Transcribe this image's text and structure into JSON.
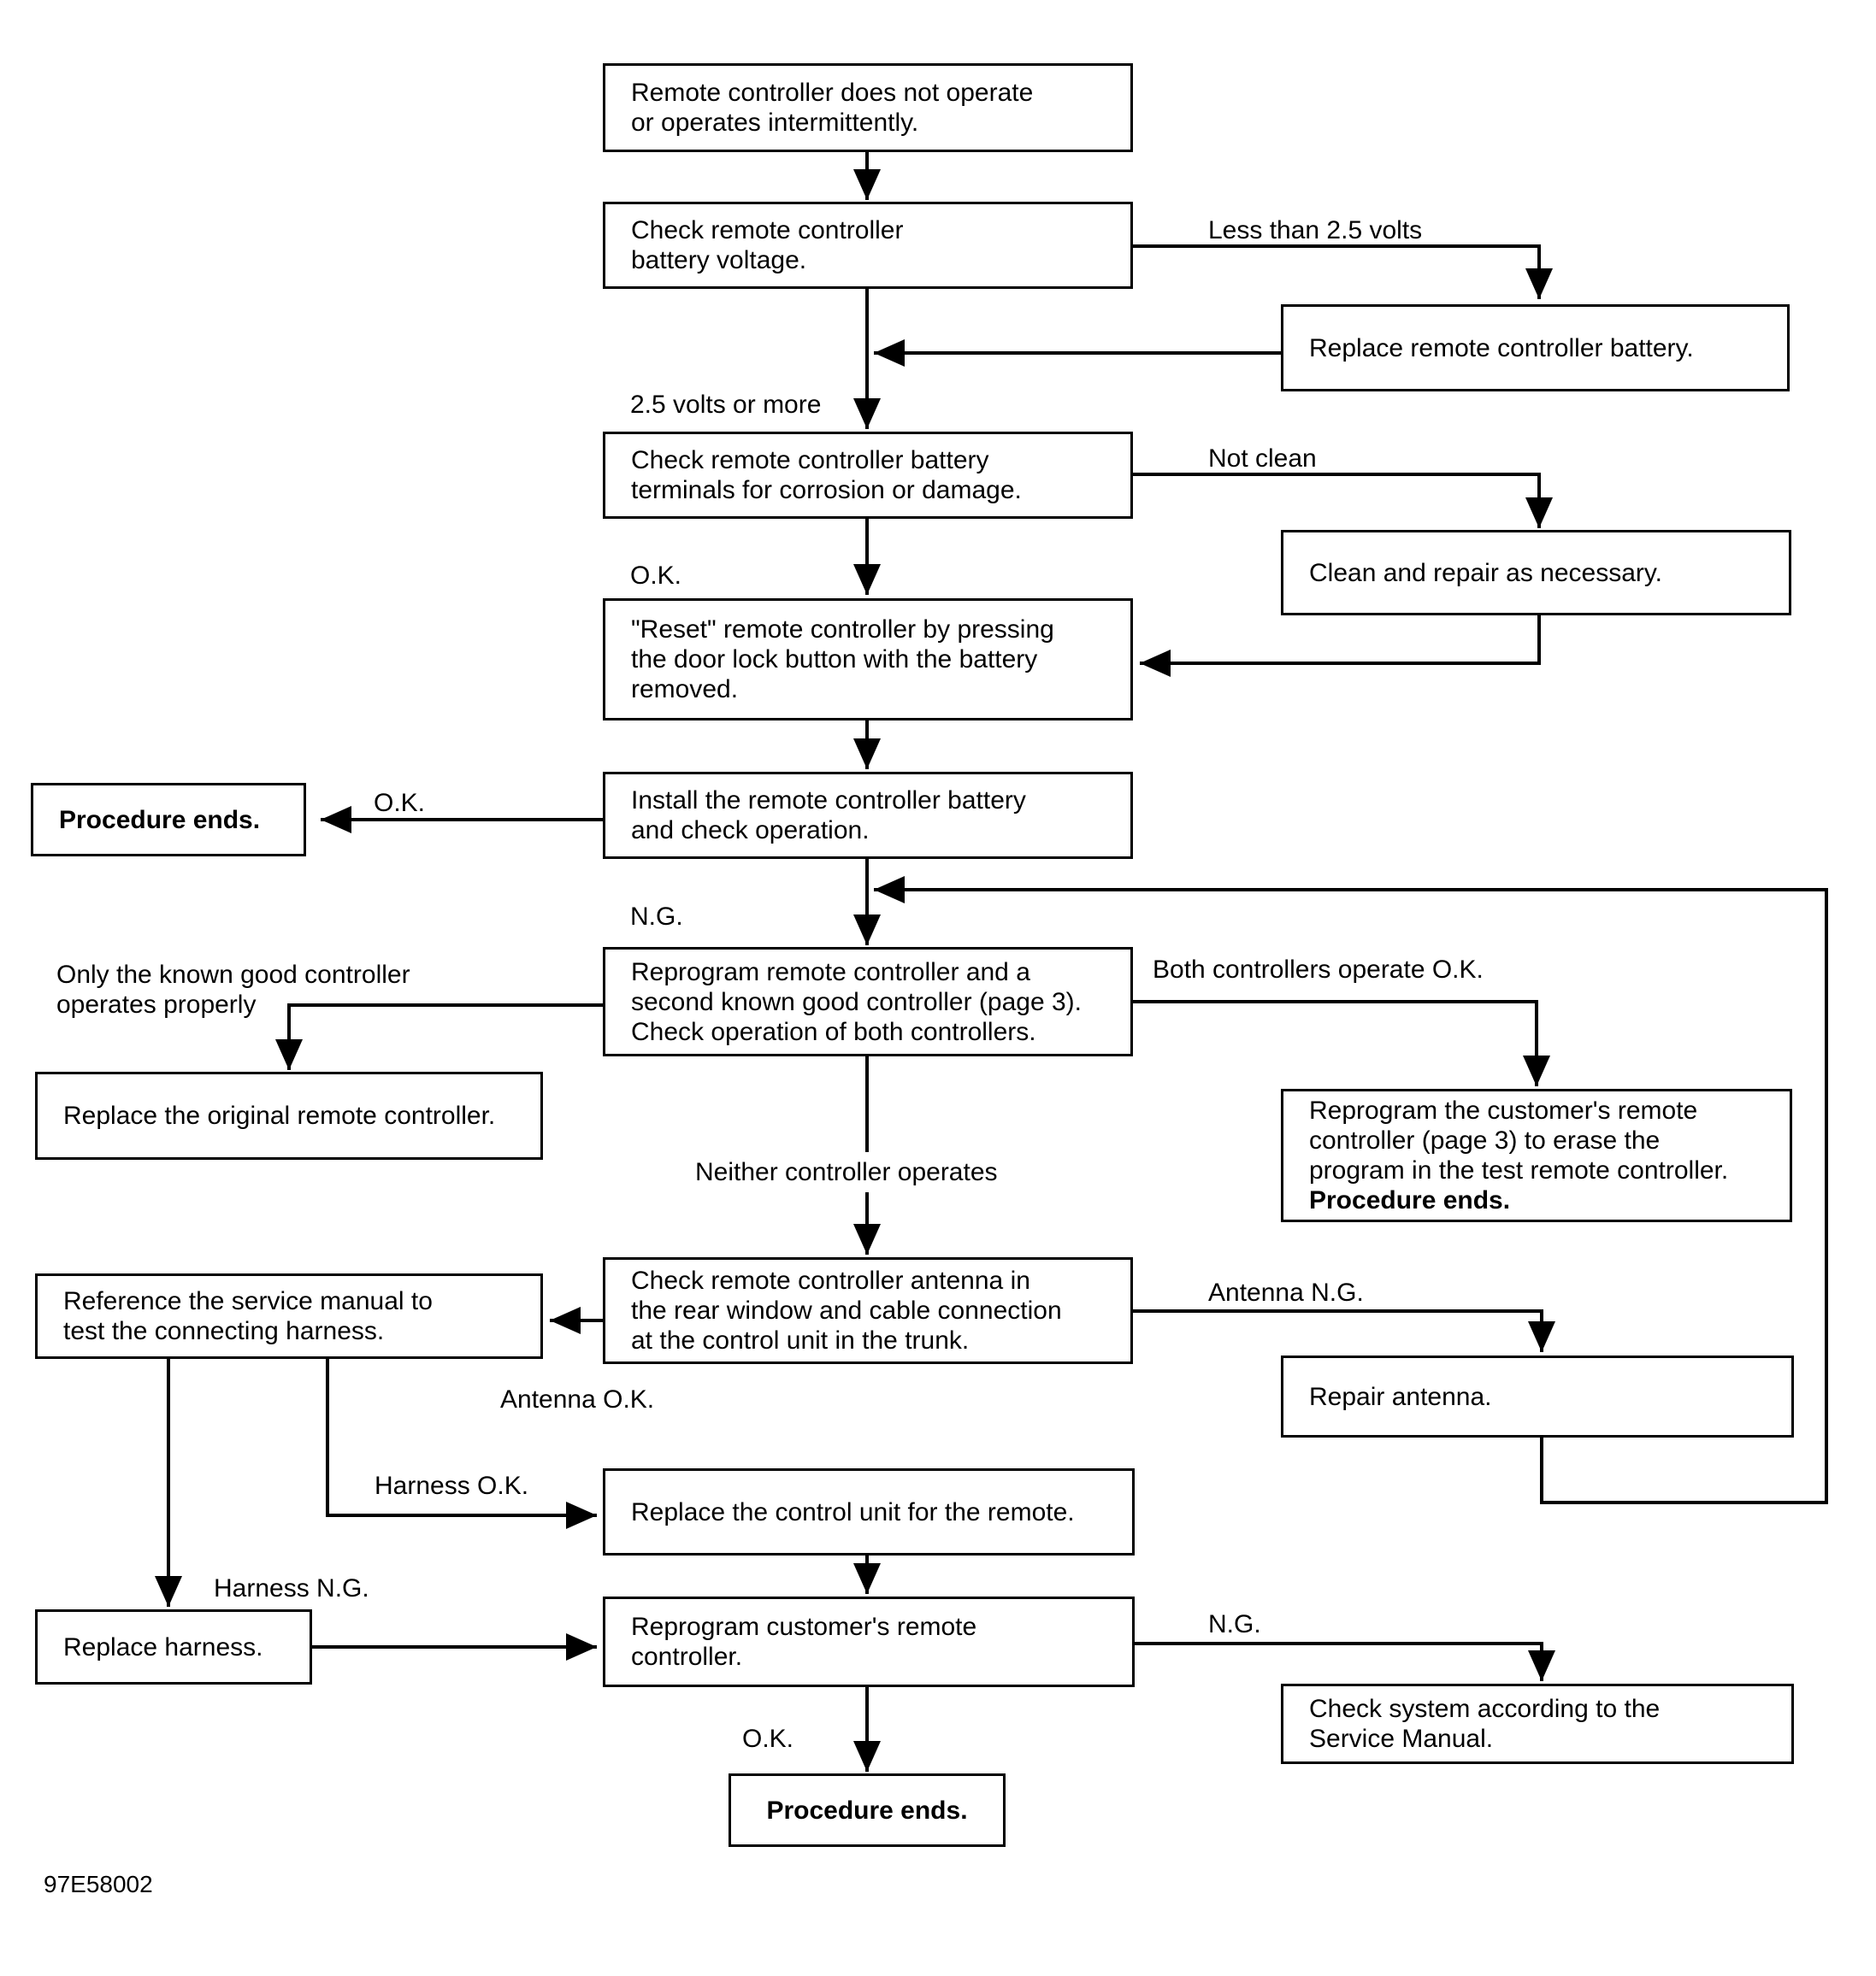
{
  "boxes": {
    "start": "Remote controller does not operate\nor operates intermittently.",
    "check_voltage": "Check remote controller\nbattery voltage.",
    "replace_battery": "Replace remote controller battery.",
    "check_terminals": "Check remote controller battery\nterminals for corrosion or damage.",
    "clean_repair": "Clean and repair as necessary.",
    "reset": "\"Reset\" remote controller by pressing\nthe door lock button with the battery\nremoved.",
    "install_battery": "Install the remote controller battery\nand check operation.",
    "procedure_ends_1": "Procedure ends.",
    "reprogram_both": "Reprogram remote controller and a\nsecond known good controller (page 3).\nCheck operation of both controllers.",
    "replace_original": "Replace the original remote controller.",
    "reprogram_customer_erase": "Reprogram the customer's remote\ncontroller (page 3) to erase the\nprogram in the test remote controller.",
    "reprogram_customer_erase_bold": "Procedure ends.",
    "check_antenna": "Check remote controller antenna in\nthe rear window and cable connection\nat the control unit in the trunk.",
    "reference_manual": "Reference the service manual to\ntest the connecting harness.",
    "repair_antenna": "Repair antenna.",
    "replace_control_unit": "Replace the control unit for the remote.",
    "replace_harness": "Replace harness.",
    "reprogram_customer": "Reprogram customer's remote\ncontroller.",
    "check_system": "Check system according to the\nService Manual.",
    "procedure_ends_2": "Procedure ends."
  },
  "labels": {
    "less_than": "Less than 2.5 volts",
    "more_than": "2.5 volts or more",
    "not_clean": "Not clean",
    "ok_1": "O.K.",
    "ok_2": "O.K.",
    "ng_1": "N.G.",
    "only_known_good": "Only the known good controller\noperates properly",
    "both_ok": "Both controllers operate O.K.",
    "neither": "Neither controller operates",
    "antenna_ng": "Antenna N.G.",
    "antenna_ok": "Antenna O.K.",
    "harness_ok": "Harness O.K.",
    "harness_ng": "Harness N.G.",
    "ng_2": "N.G.",
    "ok_3": "O.K."
  },
  "figure_id": "97E58002"
}
